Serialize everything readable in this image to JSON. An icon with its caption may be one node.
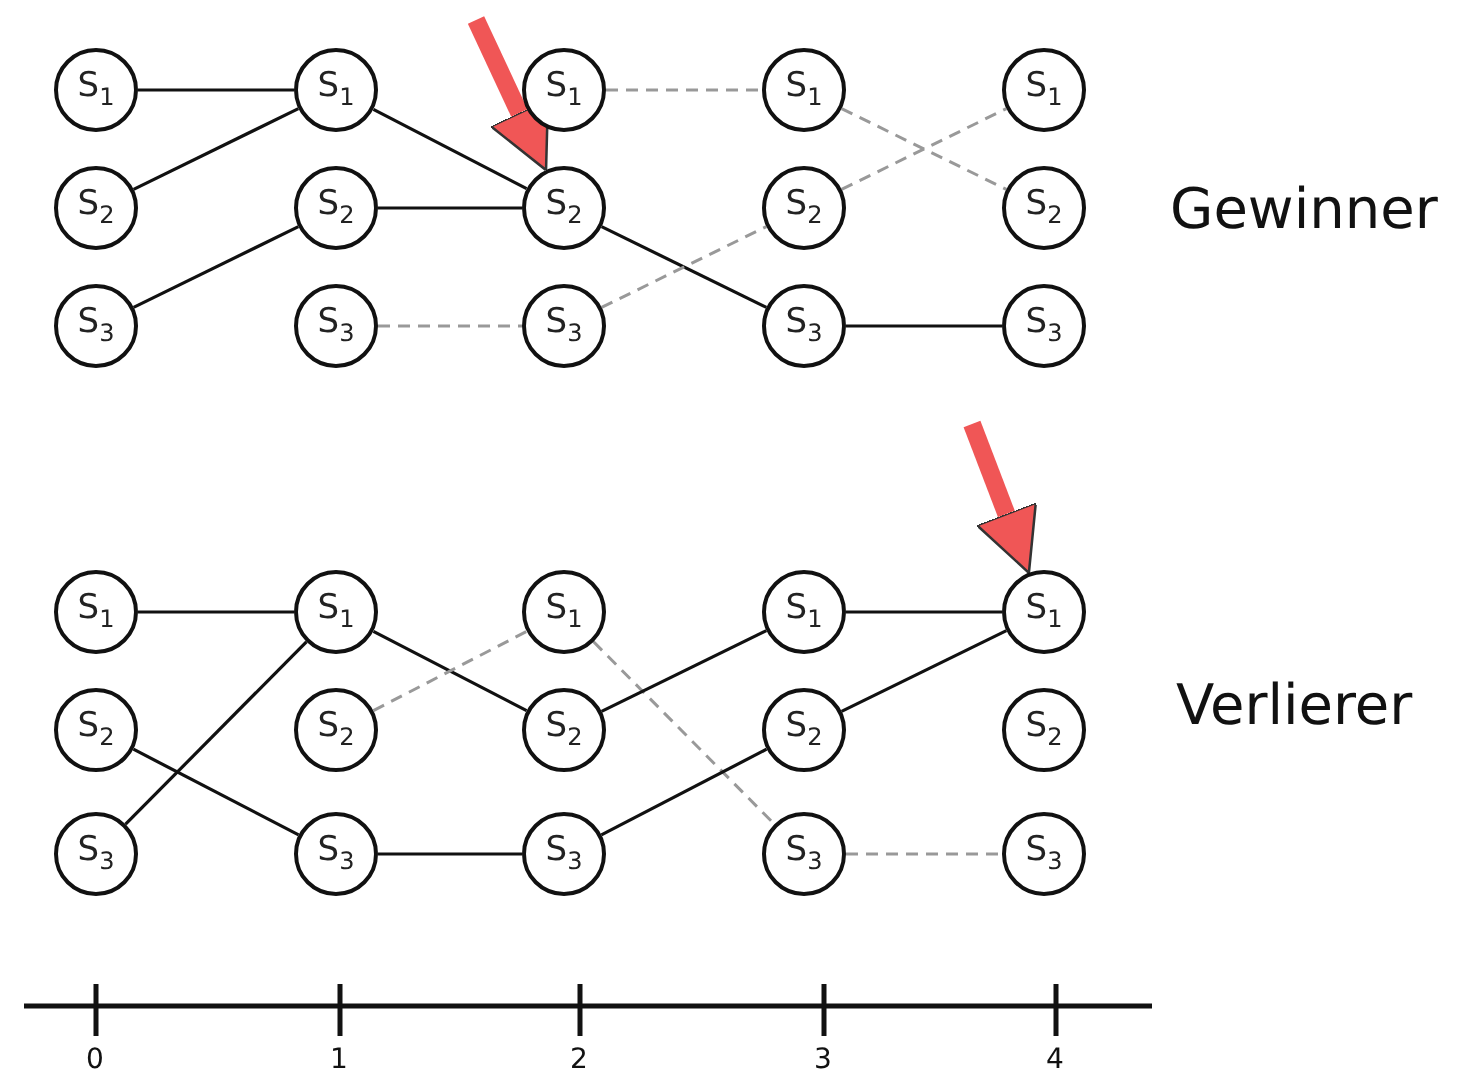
{
  "diagram": {
    "nodes": [
      {
        "text": [
          "S$_{1}$"
        ]
      },
      {
        "text": [
          "S$_{1}$"
        ]
      },
      {
        "text": [
          "S$_{1}$"
        ]
      },
      {
        "text": [
          "S$_{1}$"
        ]
      },
      {
        "text": [
          "S$_{1}$"
        ]
      },
      {
        "text": [
          "S$_{2}$"
        ]
      },
      {
        "text": [
          "S$_{2}$"
        ]
      },
      {
        "text": [
          "S$_{2}$"
        ]
      },
      {
        "text": [
          "S$_{2}$"
        ]
      },
      {
        "text": [
          "S$_{2}$"
        ]
      },
      {
        "text": [
          "S$_{3}$"
        ]
      },
      {
        "text": [
          "S$_{3}$"
        ]
      },
      {
        "text": [
          "S$_{3}$"
        ]
      },
      {
        "text": [
          "S$_{3}$"
        ]
      },
      {
        "text": [
          "S$_{3}$"
        ]
      },
      {
        "text": [
          "S$_{1}$"
        ]
      },
      {
        "text": [
          "S$_{1}$"
        ]
      },
      {
        "text": [
          "S$_{1}$"
        ]
      },
      {
        "text": [
          "S$_{1}$"
        ]
      },
      {
        "text": [
          "S$_{1}$"
        ]
      },
      {
        "text": [
          "S$_{2}$"
        ]
      },
      {
        "text": [
          "S$_{2}$"
        ]
      },
      {
        "text": [
          "S$_{2}$"
        ]
      },
      {
        "text": [
          "S$_{2}$"
        ]
      },
      {
        "text": [
          "S$_{2}$"
        ]
      },
      {
        "text": [
          "S$_{3}$"
        ]
      },
      {
        "text": [
          "S$_{3}$"
        ]
      },
      {
        "text": [
          "S$_{3}$"
        ]
      },
      {
        "text": [
          "S$_{3}$"
        ]
      },
      {
        "text": [
          "S$_{3}$"
        ]
      }
    ],
    "edges": [
      {
        "from": 0,
        "to": 1,
        "arrow": "none"
      },
      {
        "from": 5,
        "to": 1,
        "arrow": "none"
      },
      {
        "from": 10,
        "to": 6,
        "arrow": "none"
      },
      {
        "from": 1,
        "to": 7,
        "arrow": "none"
      },
      {
        "from": 6,
        "to": 7,
        "arrow": "none"
      },
      {
        "from": 11,
        "to": 12,
        "arrow": "none",
        "style": "dashed",
        "color": "#999999"
      },
      {
        "from": 2,
        "to": 3,
        "arrow": "none",
        "style": "dashed",
        "color": "#999999"
      },
      {
        "from": 7,
        "to": 13,
        "arrow": "none"
      },
      {
        "from": 12,
        "to": 8,
        "arrow": "none",
        "style": "dashed",
        "color": "#999999"
      },
      {
        "from": 3,
        "to": 9,
        "arrow": "none",
        "style": "dashed",
        "color": "#999999"
      },
      {
        "from": 8,
        "to": 4,
        "arrow": "none",
        "style": "dashed",
        "color": "#999999"
      },
      {
        "from": 13,
        "to": 14,
        "arrow": "none"
      },
      {
        "from": null,
        "to": 7,
        "arrow": "to",
        "style": "thick",
        "color": "#f05656"
      },
      {
        "from": 15,
        "to": 16,
        "arrow": "none"
      },
      {
        "from": 20,
        "to": 26,
        "arrow": "none"
      },
      {
        "from": 25,
        "to": 16,
        "arrow": "none"
      },
      {
        "from": 16,
        "to": 22,
        "arrow": "none"
      },
      {
        "from": 21,
        "to": 17,
        "arrow": "none",
        "style": "dashed",
        "color": "#999999"
      },
      {
        "from": 26,
        "to": 27,
        "arrow": "none"
      },
      {
        "from": 17,
        "to": 28,
        "arrow": "none",
        "style": "dashed",
        "color": "#999999"
      },
      {
        "from": 22,
        "to": 18,
        "arrow": "none"
      },
      {
        "from": 27,
        "to": 23,
        "arrow": "none"
      },
      {
        "from": 18,
        "to": 19,
        "arrow": "none"
      },
      {
        "from": 23,
        "to": 19,
        "arrow": "none"
      },
      {
        "from": 28,
        "to": 29,
        "arrow": "none",
        "style": "dashed",
        "color": "#999999"
      },
      {
        "from": null,
        "to": 19,
        "arrow": "to",
        "style": "thick",
        "color": "#f05656"
      }
    ],
    "labels": [
      "Gewinner",
      "Verlierer",
      "0",
      "1",
      "2",
      "3",
      "4"
    ]
  }
}
